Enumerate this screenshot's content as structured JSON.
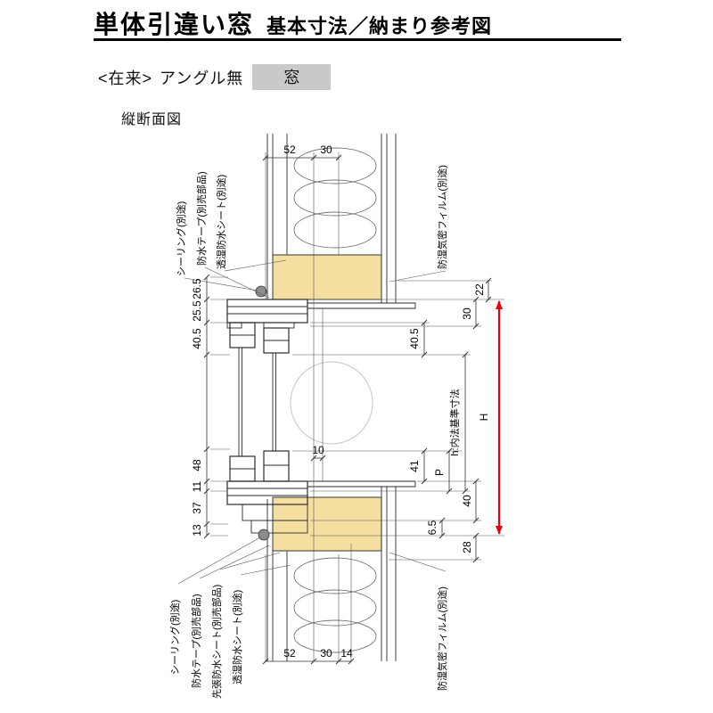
{
  "header": {
    "title": "単体引違い窓",
    "subtitle": "基本寸法／納まり参考図"
  },
  "subheader": {
    "construction": "<在来>",
    "angle": "アングル無",
    "window": "窓"
  },
  "drawing": {
    "view_label": "縦断面図",
    "annotations": {
      "sealing_top": "シーリング(別途)",
      "tape_top": "防水テープ(別売部品)",
      "sheet_top": "透湿防水シート(別途)",
      "film_top": "防湿気密フィルム(別途)",
      "sealing_bottom": "シーリング(別途)",
      "tape_bottom": "防水テープ(別売部品)",
      "pre_sheet_bottom": "先張防水シート(別売部品)",
      "sheet_bottom": "透湿防水シート(別途)",
      "film_bottom": "防湿気密フィルム(別途)"
    },
    "dims": {
      "top_52": "52",
      "top_30": "30",
      "left_26_5": "26.5",
      "left_25_5": "25.5",
      "left_40_5": "40.5",
      "left_48": "48",
      "left_11": "11",
      "left_37": "37",
      "left_13": "13",
      "right_22": "22",
      "right_30": "30",
      "right_40_5": "40.5",
      "right_41": "41",
      "right_40": "40",
      "right_6_5": "6.5",
      "right_28": "28",
      "gap_10": "10",
      "p": "P",
      "h_inner": "h:内法基準寸法",
      "h_outer": "H",
      "bottom_52": "52",
      "bottom_30": "30",
      "bottom_14": "14"
    },
    "colors": {
      "wood": "#f5dfa0",
      "arrow_red": "#e60012",
      "badge_gray": "#c9c9c9"
    }
  }
}
